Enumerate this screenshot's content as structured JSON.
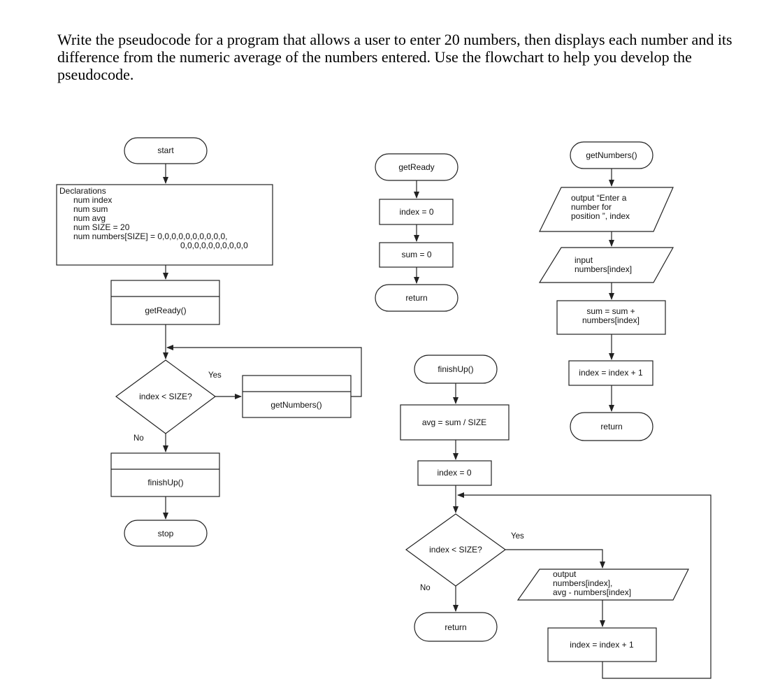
{
  "prompt": "Write the pseudocode for a program that allows a user to enter 20 numbers, then displays each number and its difference from the numeric average of the numbers entered. Use the flowchart to help you develop the pseudocode.",
  "main": {
    "start": "start",
    "declarations": [
      "Declarations",
      "num index",
      "num sum",
      "num avg",
      "num SIZE = 20",
      "num numbers[SIZE] = 0,0,0,0,0,0,0,0,0,0,",
      "0,0,0,0,0,0,0,0,0,0"
    ],
    "get_ready_call": "getReady()",
    "loop_condition": "index < SIZE?",
    "yes_label": "Yes",
    "no_label": "No",
    "get_numbers_call": "getNumbers()",
    "finish_up_call": "finishUp()",
    "stop": "stop"
  },
  "get_ready": {
    "start": "getReady",
    "step1": "index = 0",
    "step2": "sum = 0",
    "end": "return"
  },
  "get_numbers": {
    "start": "getNumbers()",
    "output_lines": [
      "output “Enter a",
      "number for",
      "position ”, index"
    ],
    "input_lines": [
      "input",
      "numbers[index]"
    ],
    "sum_lines": [
      "sum = sum +",
      "numbers[index]"
    ],
    "increment": "index = index + 1",
    "end": "return"
  },
  "finish_up": {
    "start": "finishUp()",
    "avg": "avg = sum / SIZE",
    "index_init": "index = 0",
    "loop_condition": "index < SIZE?",
    "yes_label": "Yes",
    "no_label": "No",
    "output_lines": [
      "output",
      "numbers[index],",
      "avg - numbers[index]"
    ],
    "increment": "index = index + 1",
    "end": "return"
  }
}
